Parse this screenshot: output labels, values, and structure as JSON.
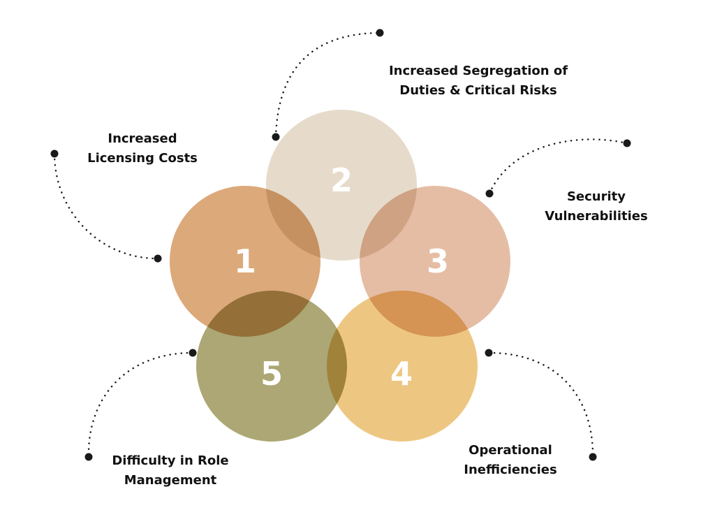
{
  "colors": {
    "circle_1": "#d9a26f",
    "circle_2": "#e4d8c5",
    "circle_3": "#e3b79d",
    "circle_4": "#ecc277",
    "circle_5": "#a59f68",
    "connector": "#1a1a1a",
    "number_text": "#ffffff",
    "label_text": "#111111"
  },
  "items": [
    {
      "number": "1",
      "label_lines": [
        "Increased",
        "Licensing Costs"
      ]
    },
    {
      "number": "2",
      "label_lines": [
        "Increased Segregation of",
        "Duties & Critical Risks"
      ]
    },
    {
      "number": "3",
      "label_lines": [
        "Security",
        "Vulnerabilities"
      ]
    },
    {
      "number": "4",
      "label_lines": [
        "Operational",
        "Inefficiencies"
      ]
    },
    {
      "number": "5",
      "label_lines": [
        "Difficulty in Role",
        "Management"
      ]
    }
  ]
}
